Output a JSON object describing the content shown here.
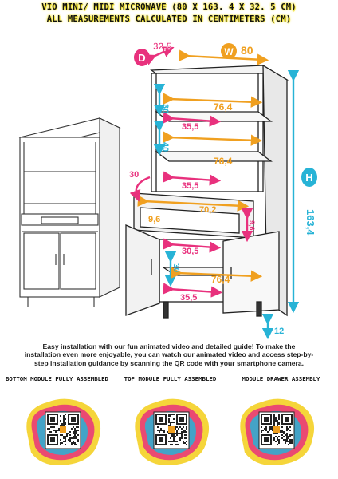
{
  "header": {
    "line1": "VIO MINI/ MIDI MICROWAVE (80 X 163. 4 X 32. 5 CM)",
    "line2": "ALL MEASUREMENTS CALCULATED IN CENTIMETERS (CM)"
  },
  "dimensions": {
    "depth_letter": "D",
    "depth": "32,5",
    "width_letter": "W",
    "width": "80",
    "height_letter": "H",
    "height": "163,4",
    "shelf_gap_1": "30",
    "shelf_gap_2": "40",
    "shelf_width_1": "76,4",
    "shelf_width_2": "76,4",
    "shelf_depth_1": "35,5",
    "shelf_depth_2": "35,5",
    "side_depth": "30",
    "drawer_width": "70,2",
    "drawer_front": "9,6",
    "drawer_height": "9,6",
    "lower_depth": "30,5",
    "lower_gap": "30",
    "lower_width": "76,4",
    "lower_shelf_depth": "35,5",
    "leg_height": "12"
  },
  "caption": "Easy installation with our fun animated video and detailed guide! To make the installation even more enjoyable, you can watch our animated video and access step-by-step installation guidance by scanning the QR code with your smartphone camera.",
  "qr_codes": [
    {
      "label": "BOTTOM MODULE FULLY ASSEMBLED"
    },
    {
      "label": "TOP MODULE FULLY ASSEMBLED"
    },
    {
      "label": "MODULE DRAWER ASSEMBLY"
    }
  ],
  "colors": {
    "title_glow": "#f5e63a",
    "pink": "#e8317d",
    "orange": "#f0a020",
    "cyan": "#27b3d6",
    "yellow": "#f5d53a"
  }
}
